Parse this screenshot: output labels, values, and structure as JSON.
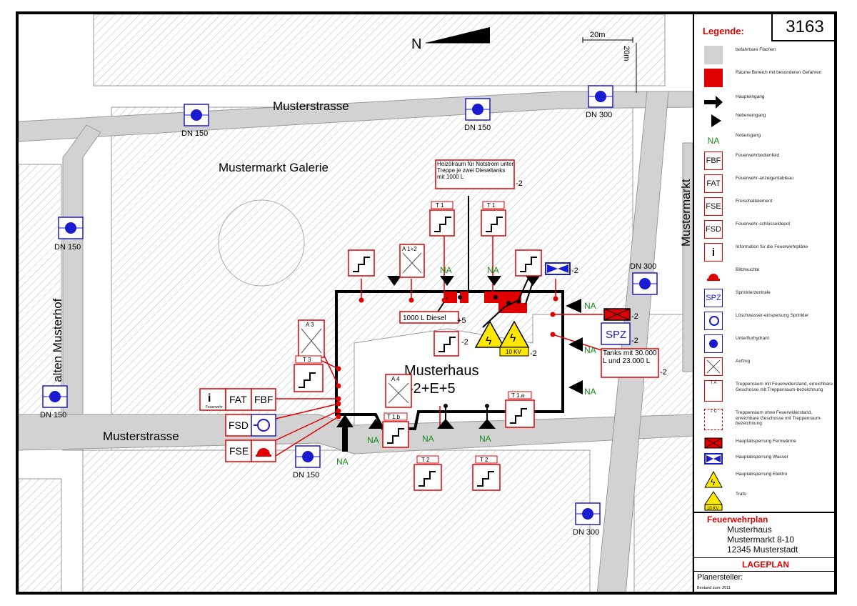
{
  "plan_number": "3163",
  "streets": {
    "top": "Musterstrasse",
    "bottom": "Musterstrasse",
    "left": "Am alten Musterhof",
    "right": "Mustermarkt"
  },
  "areas": {
    "galerie": "Mustermarkt Galerie",
    "building_name": "Musterhaus",
    "building_floors": "-2+E+5"
  },
  "north_label": "N",
  "scale": {
    "horizontal": "20m",
    "vertical": "20m"
  },
  "hydrants": [
    "DN 150",
    "DN 150",
    "DN 300",
    "DN 150",
    "DN 150",
    "DN 150",
    "DN 300",
    "DN 300"
  ],
  "notes": {
    "heizoel": "Heizölraum für Notstrom unter Treppe je zwei Dieseltanks mit 1000 L",
    "heizoel_floor": "-2",
    "diesel": "1000 L Diesel",
    "diesel_floor": "+5",
    "tanks": "Tanks mit 30.000 L und 23.000 L",
    "tanks_floor": "-2"
  },
  "floor_marks": {
    "water_valve": "-2",
    "heat_valve": "-2",
    "spz": "-2",
    "elektro": "-2",
    "trafo": "-2",
    "stair_center": "-2"
  },
  "exits": {
    "na": "NA"
  },
  "stairs": {
    "t1_left": "T 1",
    "t1_right": "T 1",
    "t3": "T 3",
    "t1a": "T 1.a",
    "t1b": "T 1.b",
    "t2_left": "T 2",
    "t2_right": "T 2",
    "a12": "A 1+2",
    "a3": "A 3",
    "a4": "A 4"
  },
  "boxes": {
    "fat": "FAT",
    "fbf": "FBF",
    "fsd": "FSD",
    "fse": "FSE",
    "spz": "SPZ",
    "info": "i",
    "info_sub": "Feuerwehr",
    "ten_kv": "10 KV"
  },
  "legend": {
    "title": "Legende:",
    "items": [
      "befahrbare Flächen",
      "Räume Bereich mit besonderen Gefahren",
      "Haupteingang",
      "Nebeneingang",
      "Notausgang",
      "Feuerwehrbedienfeld",
      "Feuerwehr-anzeigentableau",
      "Freischaltelement",
      "Feuerwehr-schlüsseldepot",
      "Information für die Feuerwehrpläne",
      "Blitzleuchte",
      "Sprinklerzentrale",
      "Löschwasser-einspeisung Sprinkler",
      "Unterflurhydrant",
      "Aufzug",
      "Treppenraum mit Feuerwiderstand, erreichbare Geschosse mit Treppenraum-bezeichnung",
      "Treppenraum ohne Feuerwiderstand, erreichbare Geschosse mit Treppenraum-bezeichnung",
      "Hauptabsperrung Fernwärme",
      "Hauptabsperrung Wasser",
      "Hauptabsperrung Elektro",
      "Trafo"
    ],
    "symbol_labels": {
      "na": "NA",
      "fbf": "FBF",
      "fat": "FAT",
      "fse": "FSE",
      "fsd": "FSD",
      "spz": "SPZ",
      "info": "i",
      "ta": "T A",
      "tc": "T C",
      "ten_kv": "10 KV"
    }
  },
  "titleblock": {
    "heading": "Feuerwehrplan",
    "line1": "Musterhaus",
    "line2": "Mustermarkt 8-10",
    "line3": "12345 Musterstadt",
    "lageplan": "LAGEPLAN",
    "planersteller": "Planersteller:",
    "bestand": "Bestand zum: 2011"
  },
  "colors": {
    "red": "#e00000",
    "blue": "#1a1ad0",
    "road": "#d2d2d2",
    "yellow": "#ffe800",
    "na_green": "#1a8a1a"
  }
}
